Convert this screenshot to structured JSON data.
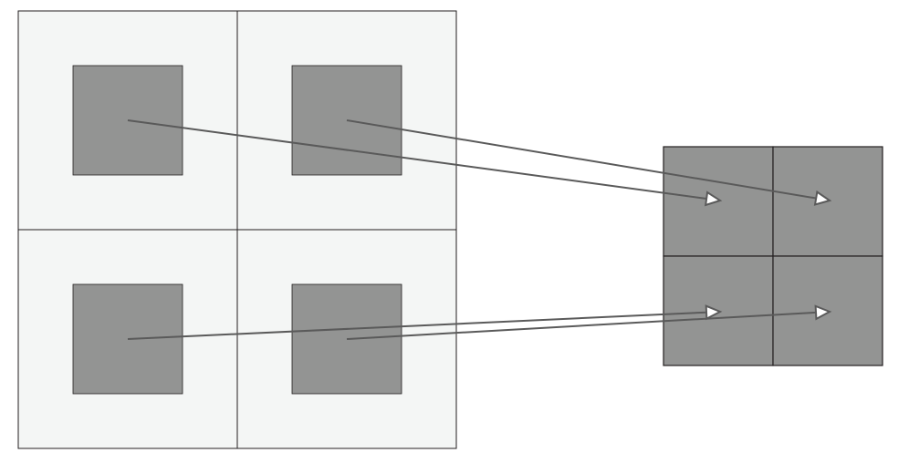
{
  "colors": {
    "background": "#ffffff",
    "source_cell_fill": "#f4f6f5",
    "block_fill": "#939493",
    "grid_line": "#231f20",
    "arrow_line": "#5a5a5a",
    "arrowhead_fill": "#ffffff"
  },
  "diagram": {
    "source_grid": {
      "rows": 2,
      "cols": 2
    },
    "target_grid": {
      "rows": 2,
      "cols": 2
    },
    "connections": [
      {
        "from": [
          0,
          0
        ],
        "to": [
          0,
          0
        ]
      },
      {
        "from": [
          0,
          1
        ],
        "to": [
          0,
          1
        ]
      },
      {
        "from": [
          1,
          0
        ],
        "to": [
          1,
          0
        ]
      },
      {
        "from": [
          1,
          1
        ],
        "to": [
          1,
          1
        ]
      }
    ]
  }
}
